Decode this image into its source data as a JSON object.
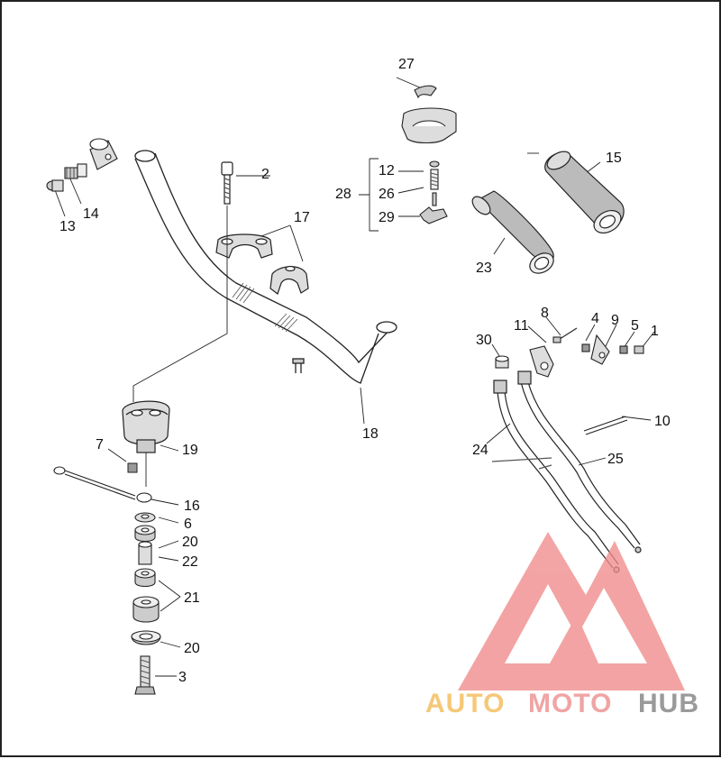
{
  "callouts": {
    "c1": "1",
    "c2": "2",
    "c3": "3",
    "c4": "4",
    "c5": "5",
    "c6": "6",
    "c7": "7",
    "c8": "8",
    "c9": "9",
    "c10": "10",
    "c11": "11",
    "c12": "12",
    "c13": "13",
    "c14": "14",
    "c15": "15",
    "c16": "16",
    "c17": "17",
    "c18": "18",
    "c19": "19",
    "c20a": "20",
    "c20b": "20",
    "c21": "21",
    "c22": "22",
    "c23": "23",
    "c24": "24",
    "c25": "25",
    "c26": "26",
    "c27": "27",
    "c28": "28",
    "c29": "29",
    "c30": "30"
  },
  "watermark": {
    "word_a": "AUTO",
    "word_b": "MOTO",
    "word_c": "HUB",
    "color_a": "#f5c878",
    "color_b": "#f0a4a4",
    "color_c": "#9a9a9a",
    "logo_color": "#f08a8a"
  }
}
